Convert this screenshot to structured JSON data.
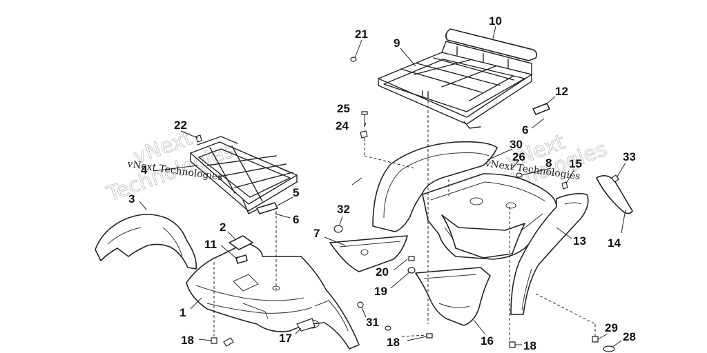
{
  "watermark": {
    "brand_line1": "vNext",
    "brand_line2": "Technologies",
    "caption": "vNext Technologies"
  },
  "callouts": [
    "1",
    "2",
    "3",
    "4",
    "5",
    "6",
    "7",
    "8",
    "9",
    "10",
    "11",
    "12",
    "13",
    "14",
    "15",
    "16",
    "17",
    "18",
    "19",
    "20",
    "21",
    "22",
    "24",
    "25",
    "26",
    "28",
    "29",
    "30",
    "31",
    "32",
    "33"
  ],
  "duplicate_callouts": {
    "6": 2,
    "18": 4
  }
}
